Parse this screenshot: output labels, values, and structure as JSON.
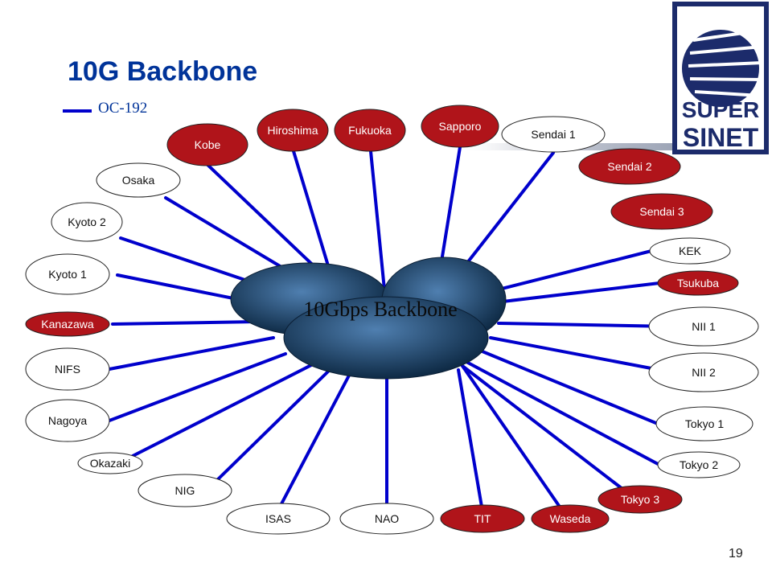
{
  "title": "10G Backbone",
  "legend": {
    "label": "OC-192"
  },
  "backbone": {
    "label": "10Gbps Backbone"
  },
  "logo": {
    "line1": "SUPER",
    "line2": "SINET"
  },
  "page_number": "19",
  "colors": {
    "title": "#003399",
    "link": "#0000cc",
    "node_dark_fill": "#b0141a",
    "node_light_fill": "#ffffff",
    "cloud_dark": "#0e2a45",
    "cloud_light": "#4f7fb0"
  },
  "nodes": [
    {
      "id": "hiroshima",
      "label": "Hiroshima",
      "style": "dark"
    },
    {
      "id": "fukuoka",
      "label": "Fukuoka",
      "style": "dark"
    },
    {
      "id": "sapporo",
      "label": "Sapporo",
      "style": "dark"
    },
    {
      "id": "sendai-1",
      "label": "Sendai 1",
      "style": "light"
    },
    {
      "id": "kobe",
      "label": "Kobe",
      "style": "dark"
    },
    {
      "id": "sendai-2",
      "label": "Sendai 2",
      "style": "dark"
    },
    {
      "id": "osaka",
      "label": "Osaka",
      "style": "light"
    },
    {
      "id": "sendai-3",
      "label": "Sendai 3",
      "style": "dark"
    },
    {
      "id": "kyoto-2",
      "label": "Kyoto 2",
      "style": "light"
    },
    {
      "id": "kek",
      "label": "KEK",
      "style": "light"
    },
    {
      "id": "kyoto-1",
      "label": "Kyoto 1",
      "style": "light"
    },
    {
      "id": "tsukuba",
      "label": "Tsukuba",
      "style": "dark"
    },
    {
      "id": "kanazawa",
      "label": "Kanazawa",
      "style": "dark"
    },
    {
      "id": "nii-1",
      "label": "NII 1",
      "style": "light"
    },
    {
      "id": "nifs",
      "label": "NIFS",
      "style": "light"
    },
    {
      "id": "nii-2",
      "label": "NII 2",
      "style": "light"
    },
    {
      "id": "nagoya",
      "label": "Nagoya",
      "style": "light"
    },
    {
      "id": "tokyo-1",
      "label": "Tokyo 1",
      "style": "light"
    },
    {
      "id": "okazaki",
      "label": "Okazaki",
      "style": "light"
    },
    {
      "id": "tokyo-2",
      "label": "Tokyo 2",
      "style": "light"
    },
    {
      "id": "nig",
      "label": "NIG",
      "style": "light"
    },
    {
      "id": "tokyo-3",
      "label": "Tokyo 3",
      "style": "dark"
    },
    {
      "id": "isas",
      "label": "ISAS",
      "style": "light"
    },
    {
      "id": "nao",
      "label": "NAO",
      "style": "light"
    },
    {
      "id": "tit",
      "label": "TIT",
      "style": "dark"
    },
    {
      "id": "waseda",
      "label": "Waseda",
      "style": "dark"
    }
  ],
  "links": [
    "hiroshima",
    "fukuoka",
    "sapporo",
    "sendai-1",
    "kobe",
    "osaka",
    "kyoto-2",
    "kyoto-1",
    "kek",
    "tsukuba",
    "kanazawa",
    "nii-1",
    "nifs",
    "nii-2",
    "nagoya",
    "tokyo-1",
    "okazaki",
    "tokyo-2",
    "nig",
    "tokyo-3",
    "isas",
    "nao",
    "tit",
    "waseda"
  ]
}
